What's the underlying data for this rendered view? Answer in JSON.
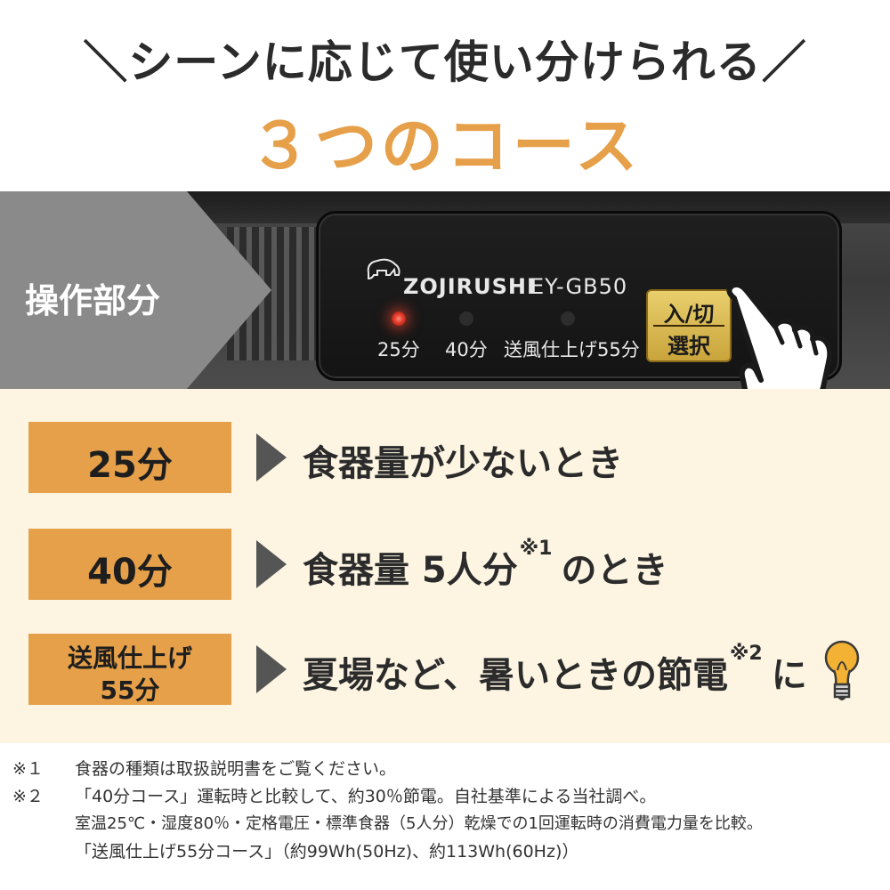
{
  "header": {
    "subtitle": "＼シーンに応じて使い分けられる／",
    "title": "３つのコース"
  },
  "panel": {
    "section_label": "操作部分",
    "brand": "ZOJIRUSHI",
    "model": "EY-GB50",
    "leds": [
      {
        "label": "25分",
        "lit": true
      },
      {
        "label": "40分",
        "lit": false
      },
      {
        "label": "送風仕上げ55分",
        "lit": false
      }
    ],
    "button_line1": "入/切",
    "button_line2": "選択"
  },
  "courses": [
    {
      "tag": "25分",
      "desc": "食器量が少ないとき"
    },
    {
      "tag": "40分",
      "desc_pre": "食器量 5人分",
      "desc_note": "※1",
      "desc_post": "のとき"
    },
    {
      "tag_line1": "送風仕上げ",
      "tag_line2": "55分",
      "desc_pre": "夏場など、暑いときの節電",
      "desc_note": "※2",
      "desc_post": "に"
    }
  ],
  "notes": [
    {
      "mark": "※１",
      "text": "食器の種類は取扱説明書をご覧ください。"
    },
    {
      "mark": "※２",
      "text": "「40分コース」運転時と比較して、約30％節電。自社基準による当社調べ。"
    },
    {
      "mark": "",
      "text": "室温25℃・湿度80％・定格電圧・標準食器（5人分）乾燥での1回運転時の消費電力量を比較。"
    },
    {
      "mark": "",
      "text": "「送風仕上げ55分コース」（約99Wh(50Hz)、約113Wh(60Hz)）"
    }
  ],
  "colors": {
    "accent": "#e6a04a",
    "band_bg": "#fdf5e2",
    "label_gray": "#8a8a8a",
    "arrow": "#555555"
  }
}
